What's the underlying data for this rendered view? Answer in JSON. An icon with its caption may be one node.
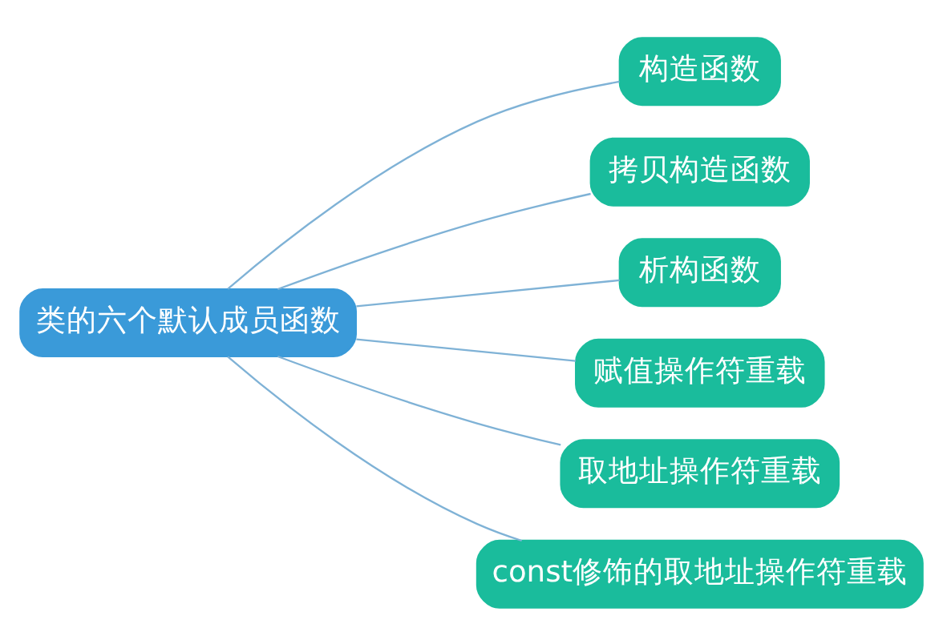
{
  "diagram": {
    "nodes": [
      {
        "text": [
          "类的六个默认成员函数"
        ]
      },
      {
        "text": [
          "构造函数"
        ]
      },
      {
        "text": [
          "拷贝构造函数"
        ]
      },
      {
        "text": [
          "析构函数"
        ]
      },
      {
        "text": [
          "赋值操作符重载"
        ]
      },
      {
        "text": [
          "取地址操作符重载"
        ]
      },
      {
        "text": [
          "const修饰的取地址操作符重载"
        ]
      }
    ],
    "edges": [
      {
        "from": 0,
        "to": 1,
        "arrow": "none"
      },
      {
        "from": 0,
        "to": 2,
        "arrow": "none"
      },
      {
        "from": 0,
        "to": 3,
        "arrow": "none"
      },
      {
        "from": 0,
        "to": 4,
        "arrow": "none"
      },
      {
        "from": 0,
        "to": 5,
        "arrow": "none"
      },
      {
        "from": 0,
        "to": 6,
        "arrow": "none"
      }
    ]
  }
}
